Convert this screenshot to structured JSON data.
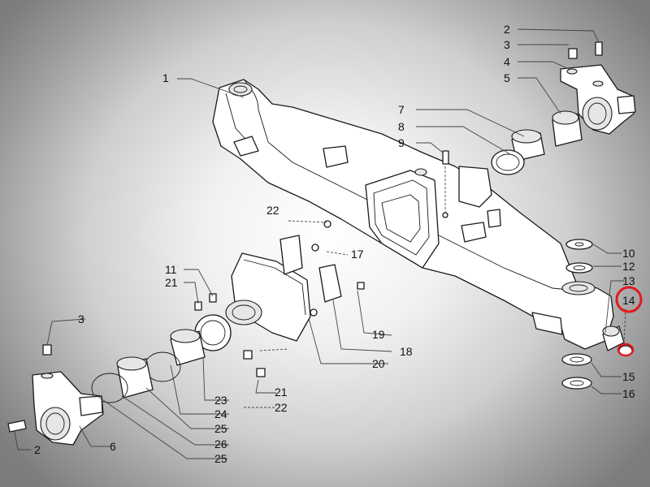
{
  "callouts": {
    "c1": "1",
    "c2a": "2",
    "c3a": "3",
    "c4": "4",
    "c5": "5",
    "c7": "7",
    "c8": "8",
    "c9": "9",
    "c10": "10",
    "c11": "11",
    "c12": "12",
    "c13": "13",
    "c14": "14",
    "c15": "15",
    "c16": "16",
    "c17": "17",
    "c18": "18",
    "c19": "19",
    "c20": "20",
    "c21a": "21",
    "c21b": "21",
    "c22a": "22",
    "c22b": "22",
    "c23": "23",
    "c24": "24",
    "c25a": "25",
    "c26": "26",
    "c25b": "25",
    "c3b": "3",
    "c2b": "2",
    "c6": "6"
  },
  "highlight": {
    "part": "14",
    "color": "#e0191c"
  }
}
